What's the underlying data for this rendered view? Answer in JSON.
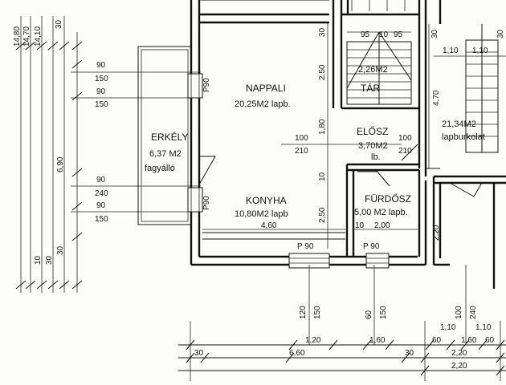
{
  "rooms": {
    "nappali": {
      "name": "NAPPALI",
      "area": "20,25M2 lapb."
    },
    "erkely": {
      "name": "ERKÉLY",
      "area": "6,37 M2",
      "floor": "fagyálló"
    },
    "konyha": {
      "name": "KONYHA",
      "area": "10,80M2 lapb"
    },
    "tar": {
      "name": "TÁR",
      "area": "2,26M2"
    },
    "eloszoba": {
      "name": "ELŐSZ",
      "area": "3,70M2",
      "floor": "lb."
    },
    "furdo": {
      "name": "FÜRDŐSZ",
      "area": "5,00 M2 lapb."
    },
    "right_room": {
      "area": "21,34M2",
      "floor": "lapburkolat"
    }
  },
  "left_dims": {
    "top_labels": [
      "14,80",
      "14,70",
      "14,10",
      "30"
    ],
    "mid_label": "6,90",
    "bottom_labels": [
      "10",
      "30",
      "30"
    ]
  },
  "window_dims": [
    "90",
    "150",
    "90",
    "150",
    "90",
    "240",
    "90",
    "150"
  ],
  "door_labels": [
    "P90",
    "P90",
    "P 90",
    "P 90"
  ],
  "interior_dims": [
    "30",
    "2,50",
    "1,80",
    "10",
    "2,50",
    "4,60",
    "100",
    "210",
    "100",
    "210",
    "10",
    "2,00",
    "95",
    "10",
    "95",
    "30",
    "1,10",
    "1,10",
    "30",
    "4,70",
    "2,20"
  ],
  "bottom_dims": {
    "verticals": [
      "120",
      "150",
      "60",
      "150",
      "100",
      "240"
    ],
    "row1": [
      "1,20",
      "1,60",
      "1,10",
      "1,10",
      "60",
      "1,60",
      "60"
    ],
    "row2": [
      "30",
      "6,60",
      "30",
      "2,20"
    ],
    "row3": "2,20"
  },
  "colors": {
    "ink": "#111111",
    "paper": "#fdfdfb"
  }
}
